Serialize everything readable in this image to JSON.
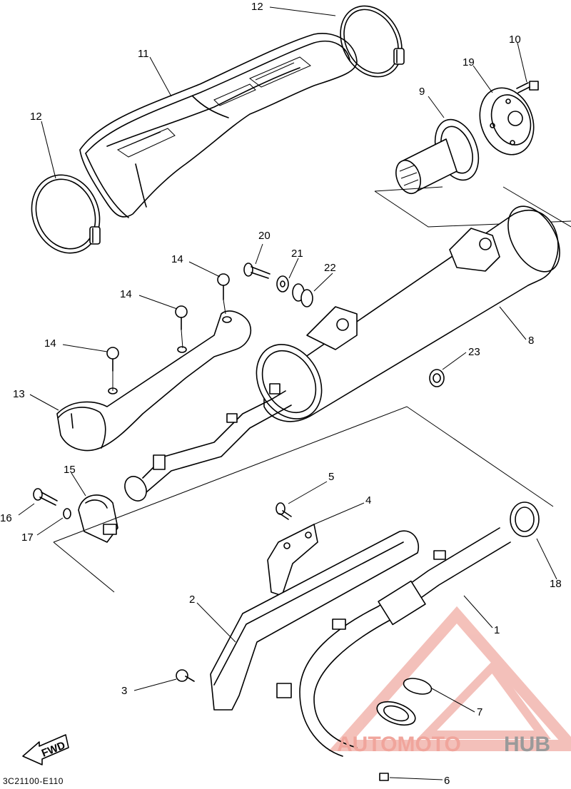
{
  "diagram": {
    "callouts": [
      {
        "id": "c1",
        "label": "1"
      },
      {
        "id": "c2",
        "label": "2"
      },
      {
        "id": "c3",
        "label": "3"
      },
      {
        "id": "c4",
        "label": "4"
      },
      {
        "id": "c5",
        "label": "5"
      },
      {
        "id": "c6",
        "label": "6"
      },
      {
        "id": "c7",
        "label": "7"
      },
      {
        "id": "c8",
        "label": "8"
      },
      {
        "id": "c9",
        "label": "9"
      },
      {
        "id": "c10",
        "label": "10"
      },
      {
        "id": "c11",
        "label": "11"
      },
      {
        "id": "c12a",
        "label": "12"
      },
      {
        "id": "c12b",
        "label": "12"
      },
      {
        "id": "c13",
        "label": "13"
      },
      {
        "id": "c14a",
        "label": "14"
      },
      {
        "id": "c14b",
        "label": "14"
      },
      {
        "id": "c14c",
        "label": "14"
      },
      {
        "id": "c15",
        "label": "15"
      },
      {
        "id": "c16",
        "label": "16"
      },
      {
        "id": "c17",
        "label": "17"
      },
      {
        "id": "c18",
        "label": "18"
      },
      {
        "id": "c19",
        "label": "19"
      },
      {
        "id": "c20",
        "label": "20"
      },
      {
        "id": "c21",
        "label": "21"
      },
      {
        "id": "c22",
        "label": "22"
      },
      {
        "id": "c23",
        "label": "23"
      }
    ],
    "fwd_label": "FWD",
    "drawing_code": "3C21100-E110"
  },
  "watermark": {
    "part1": "AUTOMOTO",
    "part2": "HUB",
    "color_primary": "#f0a59c",
    "color_secondary": "#9a9a9a"
  }
}
